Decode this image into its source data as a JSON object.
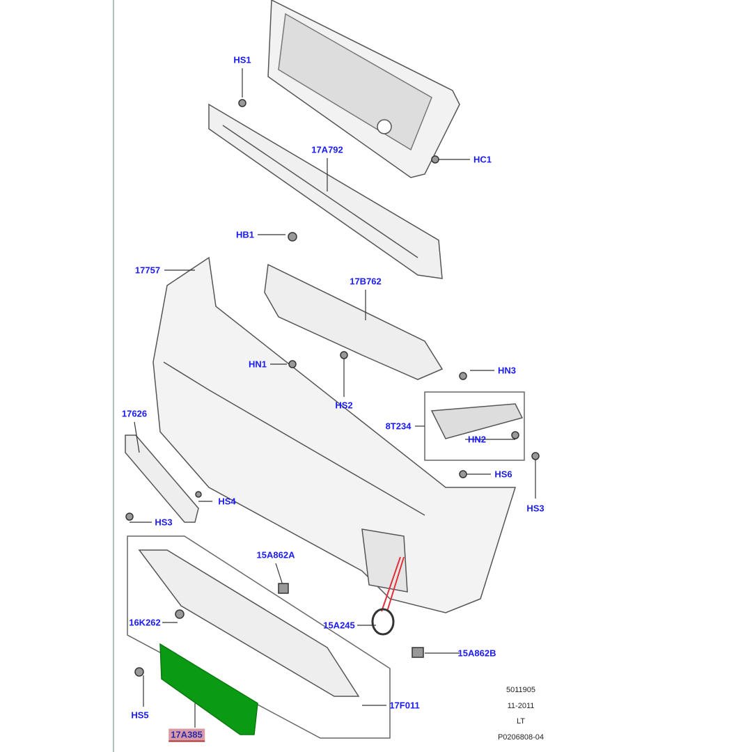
{
  "diagram": {
    "callouts": [
      {
        "id": "HS1",
        "label": "HS1"
      },
      {
        "id": "17A792",
        "label": "17A792"
      },
      {
        "id": "HC1",
        "label": "HC1"
      },
      {
        "id": "HB1",
        "label": "HB1"
      },
      {
        "id": "17757",
        "label": "17757"
      },
      {
        "id": "17B762",
        "label": "17B762"
      },
      {
        "id": "HN1",
        "label": "HN1"
      },
      {
        "id": "HS2",
        "label": "HS2"
      },
      {
        "id": "HN3",
        "label": "HN3"
      },
      {
        "id": "17626",
        "label": "17626"
      },
      {
        "id": "8T234",
        "label": "8T234"
      },
      {
        "id": "HN2",
        "label": "HN2"
      },
      {
        "id": "HS6",
        "label": "HS6"
      },
      {
        "id": "HS4",
        "label": "HS4"
      },
      {
        "id": "HS3a",
        "label": "HS3"
      },
      {
        "id": "HS3b",
        "label": "HS3"
      },
      {
        "id": "15A862A",
        "label": "15A862A"
      },
      {
        "id": "16K262",
        "label": "16K262"
      },
      {
        "id": "15A245",
        "label": "15A245"
      },
      {
        "id": "15A862B",
        "label": "15A862B"
      },
      {
        "id": "HS5",
        "label": "HS5"
      },
      {
        "id": "17A385",
        "label": "17A385",
        "highlighted": true
      },
      {
        "id": "17F011",
        "label": "17F011"
      }
    ],
    "info": {
      "code": "5011905",
      "date": "11-2011",
      "variant": "LT",
      "ref": "P0206808-04"
    },
    "colors": {
      "label": "#1a1aff",
      "highlight_part": "#0a9a14",
      "highlight_label_bg": "#d99aa8",
      "leader_red": "#e0303a"
    }
  }
}
